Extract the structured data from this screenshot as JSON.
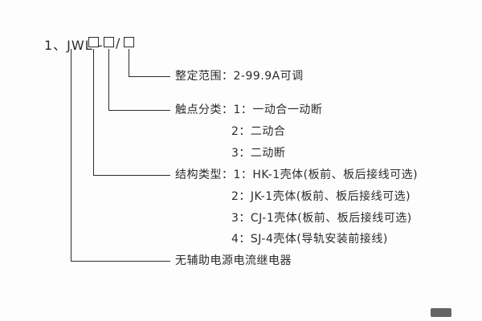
{
  "model": {
    "prefix": "1、JWL -",
    "separator": "/"
  },
  "setting_range": {
    "label": "整定范围：2-99.9A可调"
  },
  "contact_type": {
    "label": "触点分类：1：一动合一动断",
    "option_2": "2：二动合",
    "option_3": "3：二动断"
  },
  "structure_type": {
    "label": "结构类型：1：HK-1壳体(板前、板后接线可选)",
    "option_2": "2：JK-1壳体(板前、板后接线可选)",
    "option_3": "3：CJ-1壳体(板前、板后接线可选)",
    "option_4": "4：SJ-4壳体(导轨安装前接线)"
  },
  "relay": {
    "label": "无辅助电源电流继电器"
  }
}
